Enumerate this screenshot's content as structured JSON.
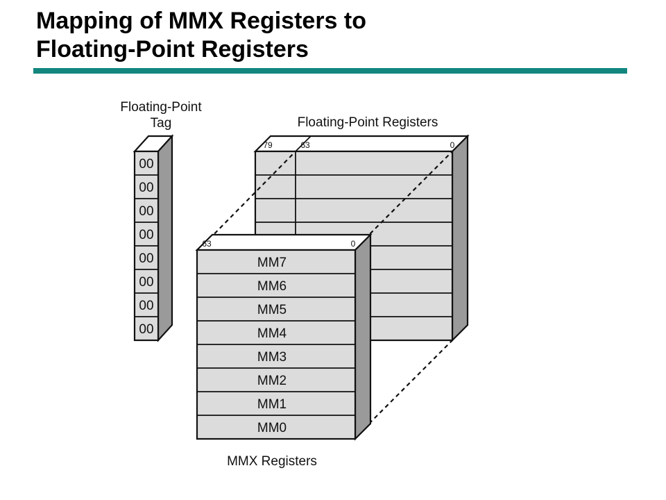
{
  "slide": {
    "title_line1": "Mapping of MMX Registers to",
    "title_line2": "Floating-Point Registers",
    "accent_color": "#13867f"
  },
  "diagram": {
    "tag_label_line1": "Floating-Point",
    "tag_label_line2": "Tag",
    "tag_values": [
      "00",
      "00",
      "00",
      "00",
      "00",
      "00",
      "00",
      "00"
    ],
    "fp_label": "Floating-Point Registers",
    "fp_bit_79": "79",
    "fp_bit_63": "63",
    "fp_bit_0": "0",
    "mmx_bit_63": "63",
    "mmx_bit_0": "0",
    "mmx_registers": [
      "MM7",
      "MM6",
      "MM5",
      "MM4",
      "MM3",
      "MM2",
      "MM1",
      "MM0"
    ],
    "mmx_label": "MMX Registers"
  }
}
